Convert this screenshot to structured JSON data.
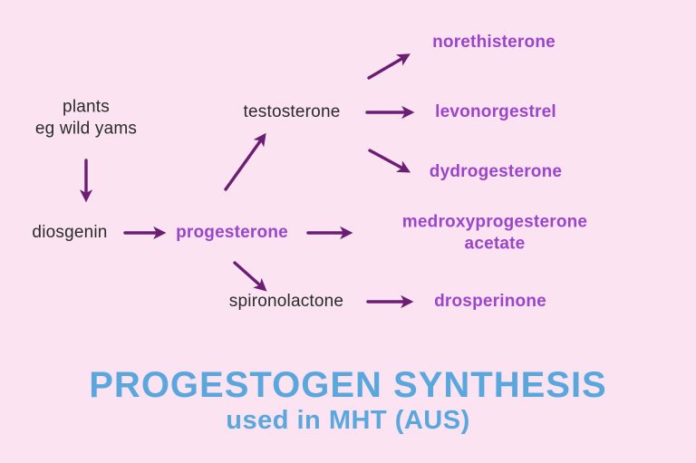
{
  "diagram": {
    "nodes": {
      "plants": "plants\neg wild yams",
      "diosgenin": "diosgenin",
      "progesterone": "progesterone",
      "testosterone": "testosterone",
      "spironolactone": "spironolactone",
      "norethisterone": "norethisterone",
      "levonorgestrel": "levonorgestrel",
      "dydrogesterone": "dydrogesterone",
      "medroxyprogesterone_acetate": "medroxyprogesterone acetate",
      "drosperinone": "drosperinone"
    },
    "edges": [
      {
        "from": "plants",
        "to": "diosgenin"
      },
      {
        "from": "diosgenin",
        "to": "progesterone"
      },
      {
        "from": "progesterone",
        "to": "testosterone"
      },
      {
        "from": "progesterone",
        "to": "medroxyprogesterone_acetate"
      },
      {
        "from": "progesterone",
        "to": "spironolactone"
      },
      {
        "from": "testosterone",
        "to": "norethisterone"
      },
      {
        "from": "testosterone",
        "to": "levonorgestrel"
      },
      {
        "from": "testosterone",
        "to": "dydrogesterone"
      },
      {
        "from": "spironolactone",
        "to": "drosperinone"
      }
    ]
  },
  "title": {
    "main": "PROGESTOGEN SYNTHESIS",
    "subtitle": "used in MHT (AUS)"
  },
  "colors": {
    "background": "#fbe3f1",
    "arrow": "#6b1e74",
    "product_text": "#9b45c9",
    "plain_text": "#2b2b2b",
    "title_text": "#5aa7dd"
  }
}
